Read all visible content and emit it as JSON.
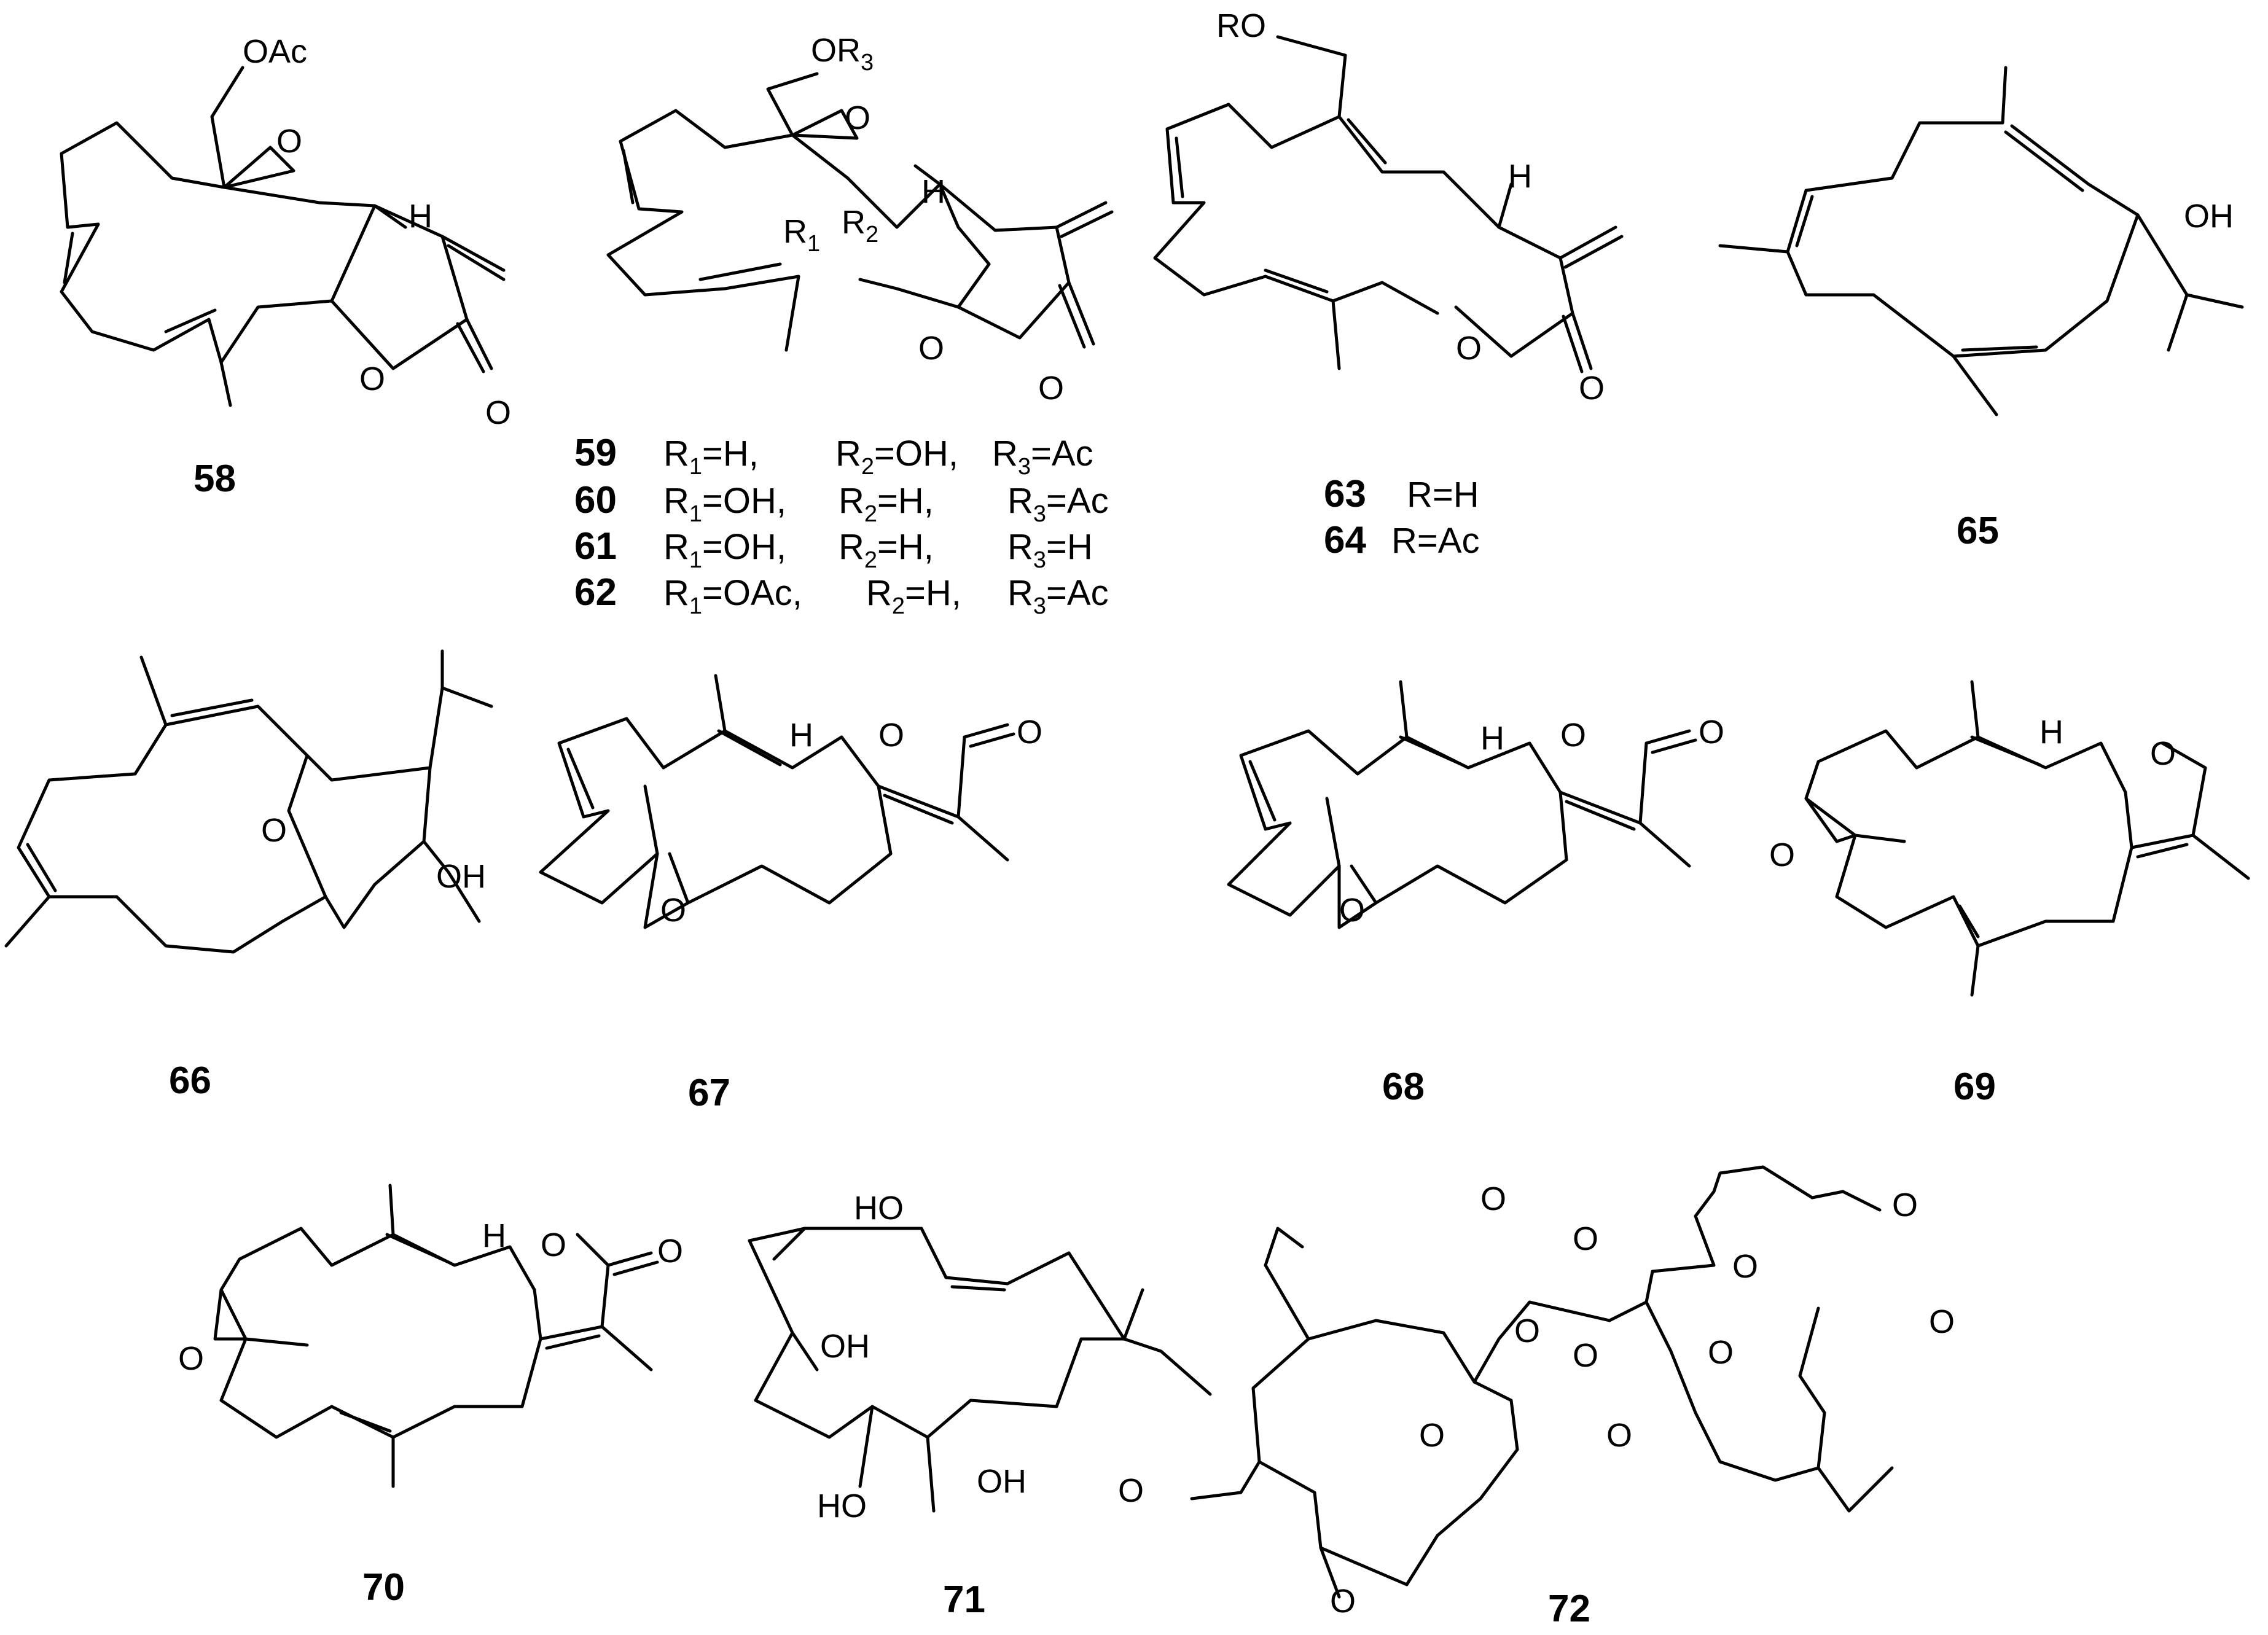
{
  "figure": {
    "compounds": [
      {
        "id": "58",
        "atoms": {
          "oac": "OAc",
          "ring_o": "O",
          "h": "H",
          "lactone_o": "O",
          "carbonyl_o": "O"
        }
      },
      {
        "id": "59-62",
        "atoms": {
          "or3": "OR",
          "or3_sub": "3",
          "ring_o": "O",
          "h": "H",
          "r1": "R",
          "r1_sub": "1",
          "r2": "R",
          "r2_sub": "2",
          "lactone_o": "O",
          "carbonyl_o": "O"
        }
      },
      {
        "id": "63-64",
        "atoms": {
          "ro": "RO",
          "h": "H",
          "lactone_o": "O",
          "carbonyl_o": "O"
        }
      },
      {
        "id": "65",
        "atoms": {
          "oh": "OH"
        }
      },
      {
        "id": "66",
        "atoms": {
          "ring_o": "O",
          "oh": "OH"
        }
      },
      {
        "id": "67",
        "atoms": {
          "h": "H",
          "lactone_o": "O",
          "carbonyl_o": "O",
          "epoxide_o": "O"
        }
      },
      {
        "id": "68",
        "atoms": {
          "h": "H",
          "lactone_o": "O",
          "carbonyl_o": "O",
          "epoxide_o": "O"
        }
      },
      {
        "id": "69",
        "atoms": {
          "h": "H",
          "furan_o": "O",
          "epoxide_o": "O"
        }
      },
      {
        "id": "70",
        "atoms": {
          "h": "H",
          "lactone_o": "O",
          "carbonyl_o": "O",
          "epoxide_o": "O"
        }
      },
      {
        "id": "71",
        "atoms": {
          "ho_top": "HO",
          "oh_mid": "OH",
          "ho_bottom": "HO",
          "oh_bottom": "OH"
        }
      },
      {
        "id": "72",
        "atoms": {
          "o_ester1": "O",
          "o_ester2": "O",
          "o_ketone1": "O",
          "o_ketone2": "O",
          "o_ketone3": "O",
          "o_ketone4": "O",
          "o_epoxide1": "O",
          "o_epoxide2": "O",
          "o_ester3": "O",
          "o_ester4": "O",
          "o_thf1": "O",
          "o_thf2": "O"
        }
      }
    ],
    "labels": {
      "c58": "58",
      "c59": "59",
      "c60": "60",
      "c61": "61",
      "c62": "62",
      "c63": "63",
      "c64": "64",
      "c65": "65",
      "c66": "66",
      "c67": "67",
      "c68": "68",
      "c69": "69",
      "c70": "70",
      "c71": "71",
      "c72": "72"
    },
    "legend_59_62": [
      {
        "r1": "R",
        "r1_sub": "1",
        "r1_val": "=H,",
        "r2": "R",
        "r2_sub": "2",
        "r2_val": "=OH,",
        "r3": "R",
        "r3_sub": "3",
        "r3_val": "=Ac"
      },
      {
        "r1": "R",
        "r1_sub": "1",
        "r1_val": "=OH,",
        "r2": "R",
        "r2_sub": "2",
        "r2_val": "=H,",
        "r3": "R",
        "r3_sub": "3",
        "r3_val": "=Ac"
      },
      {
        "r1": "R",
        "r1_sub": "1",
        "r1_val": "=OH,",
        "r2": "R",
        "r2_sub": "2",
        "r2_val": "=H,",
        "r3": "R",
        "r3_sub": "3",
        "r3_val": "=H"
      },
      {
        "r1": "R",
        "r1_sub": "1",
        "r1_val": "=OAc,",
        "r2": "R",
        "r2_sub": "2",
        "r2_val": "=H,",
        "r3": "R",
        "r3_sub": "3",
        "r3_val": "=Ac"
      }
    ],
    "legend_63_64": [
      "R=H",
      "R=Ac"
    ]
  }
}
